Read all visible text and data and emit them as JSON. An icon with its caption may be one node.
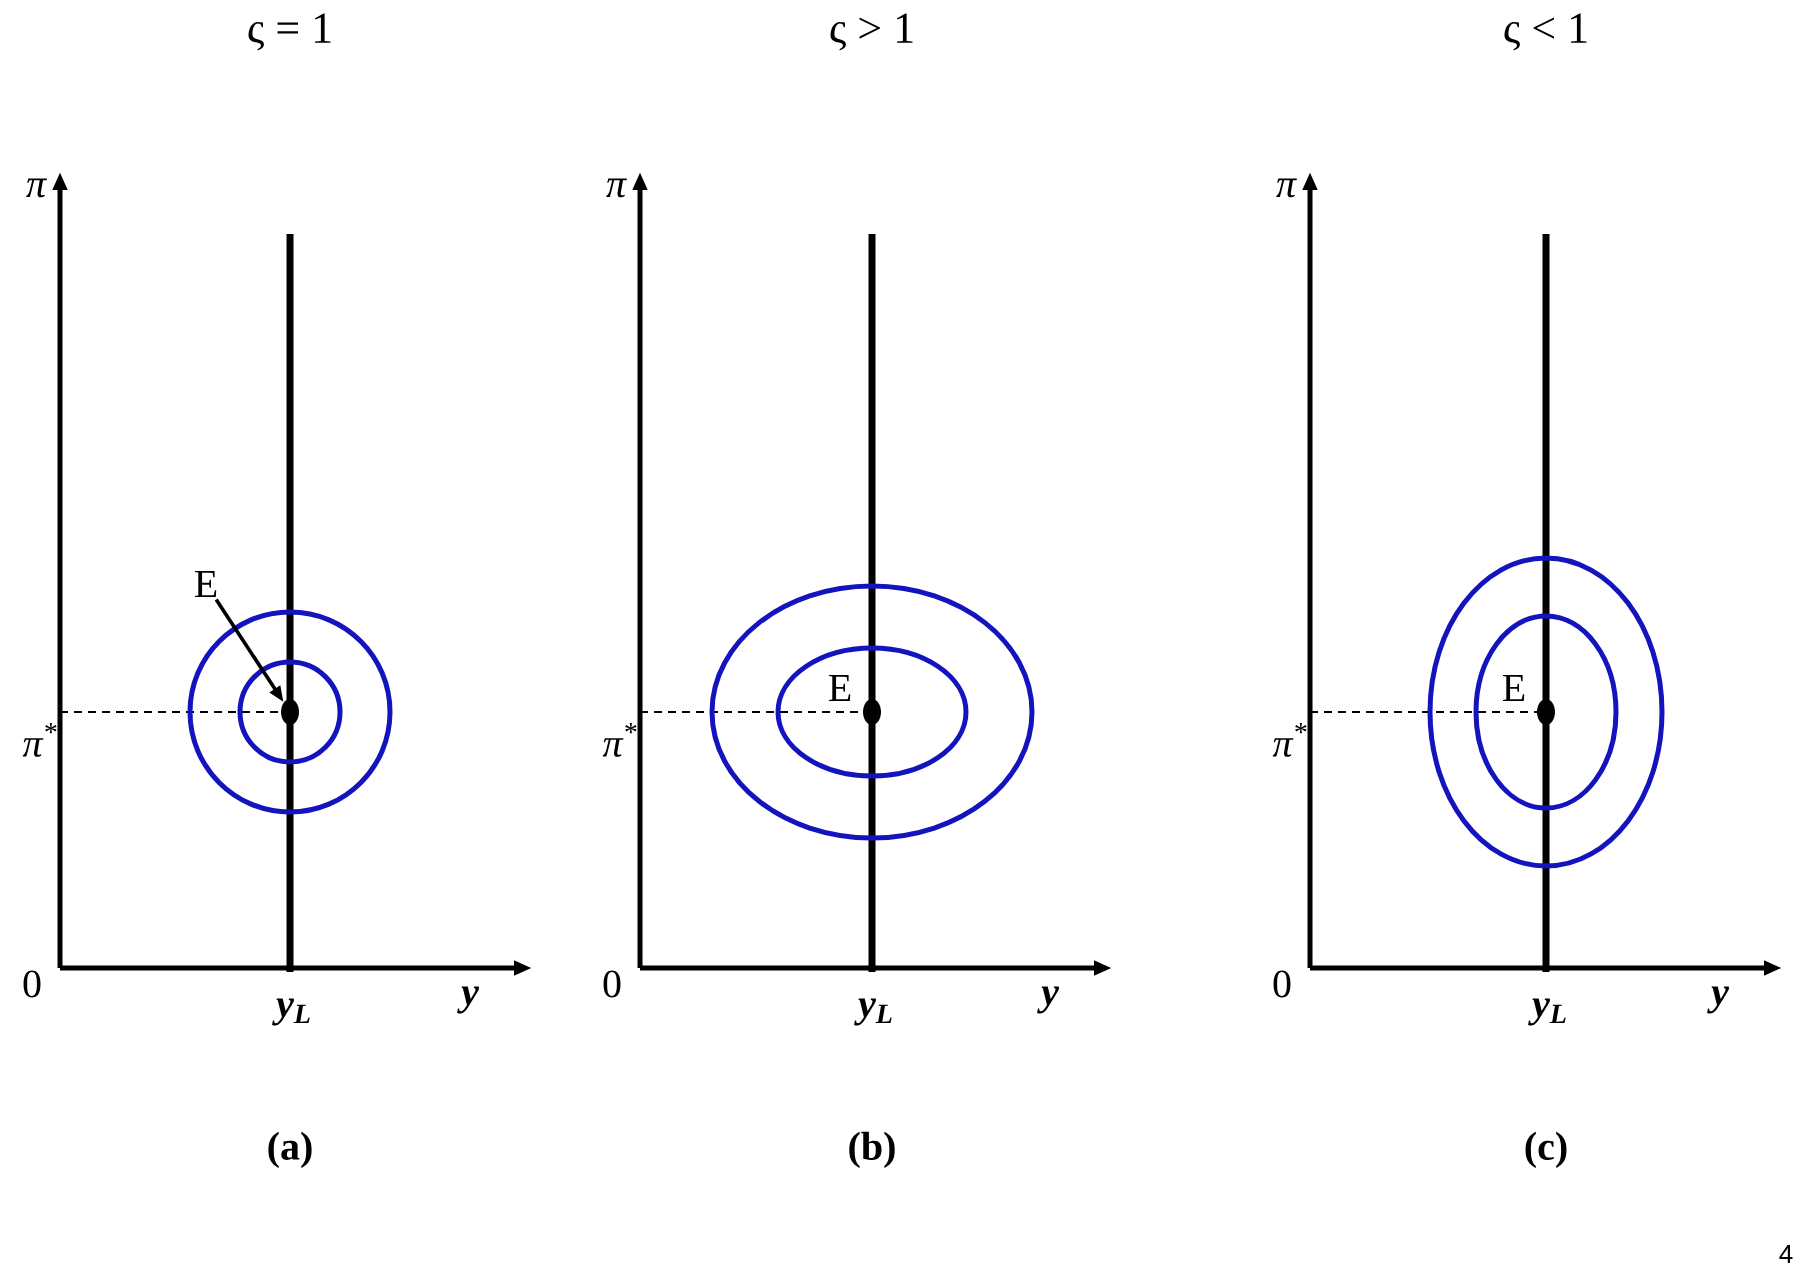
{
  "diagram": {
    "nodes": [
      {
        "text": [
          "E"
        ]
      },
      {
        "text": [],
        "shape": "circle"
      },
      {
        "text": [],
        "shape": "circle"
      },
      {
        "text": [],
        "shape": "circle"
      }
    ],
    "edges": [
      {
        "from": 0,
        "to": 1,
        "arrow": "to"
      }
    ],
    "labels": [
      "ς = 1",
      "ς > 1",
      "ς < 1",
      "π",
      "π",
      "π",
      "E",
      "E",
      "π$^{*}$",
      "π$^{*}$",
      "π$^{*}$",
      "0",
      "0",
      "0",
      "y$_{L}$",
      "y$_{L}$",
      "y$_{L}$",
      "y",
      "y",
      "y",
      "(a)",
      "(b)",
      "(c)",
      "4"
    ]
  }
}
